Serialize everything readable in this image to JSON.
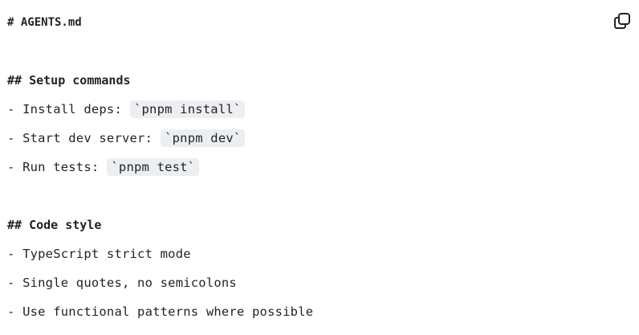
{
  "document": {
    "title": "# AGENTS.md",
    "sections": [
      {
        "heading": "## Setup commands",
        "items": [
          {
            "text": "- Install deps:",
            "code": "`pnpm install`"
          },
          {
            "text": "- Start dev server:",
            "code": "`pnpm dev`"
          },
          {
            "text": "- Run tests:",
            "code": "`pnpm test`"
          }
        ]
      },
      {
        "heading": "## Code style",
        "items": [
          {
            "text": "- TypeScript strict mode"
          },
          {
            "text": "- Single quotes, no semicolons"
          },
          {
            "text": "- Use functional patterns where possible"
          }
        ]
      }
    ]
  },
  "toolbar": {
    "copy_icon": "copy-icon"
  },
  "colors": {
    "text": "#1f2328",
    "code_background": "#eceef1",
    "background": "#ffffff"
  }
}
